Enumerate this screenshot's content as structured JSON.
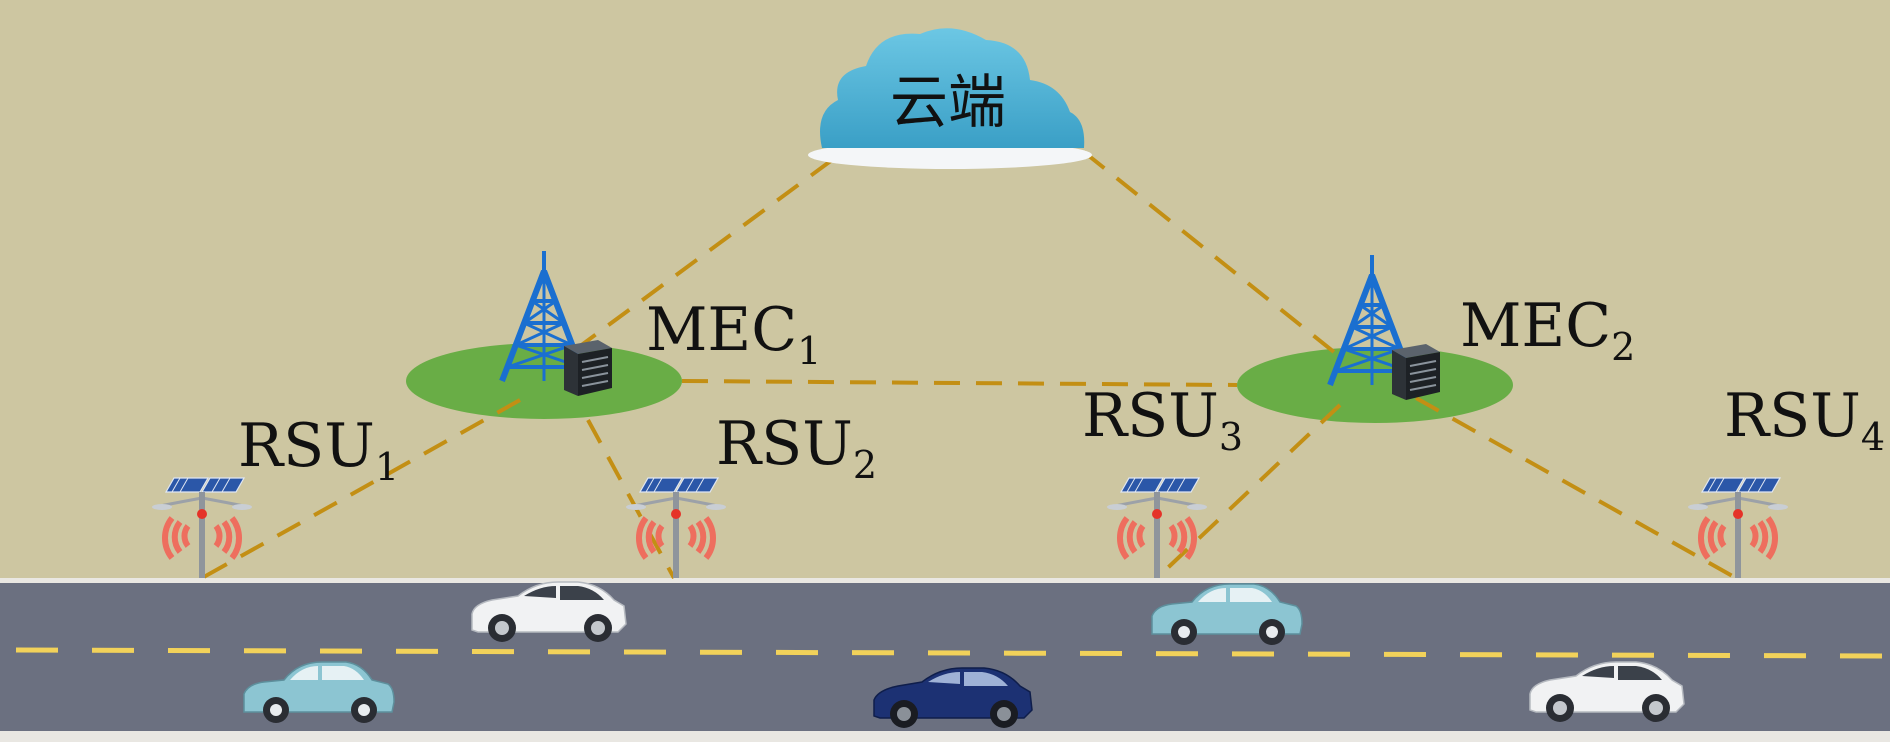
{
  "cloud": {
    "label": "云端"
  },
  "mec": [
    {
      "name": "MEC",
      "sub": "1"
    },
    {
      "name": "MEC",
      "sub": "2"
    }
  ],
  "rsu": [
    {
      "name": "RSU",
      "sub": "1"
    },
    {
      "name": "RSU",
      "sub": "2"
    },
    {
      "name": "RSU",
      "sub": "3"
    },
    {
      "name": "RSU",
      "sub": "4"
    }
  ],
  "colors": {
    "background": "#cdc6a1",
    "road": "#6b7080",
    "link": "#c38f14",
    "tower": "#1a6fd0",
    "coverage": "#69ad46",
    "cloud": "#4bb6d8",
    "lane_marking": "#f2d25a"
  }
}
